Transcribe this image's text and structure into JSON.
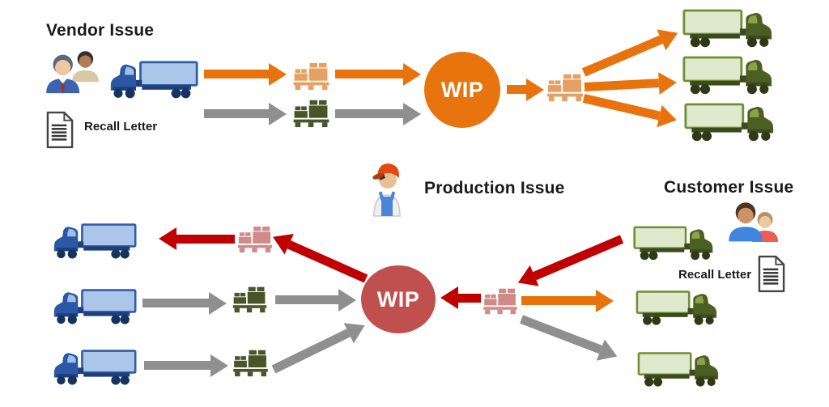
{
  "sections": {
    "vendor": {
      "heading": "Vendor Issue",
      "recall_letter": "Recall Letter",
      "wip": "WIP"
    },
    "production": {
      "heading": "Production Issue",
      "wip": "WIP"
    },
    "customer": {
      "heading": "Customer Issue",
      "recall_letter": "Recall Letter"
    }
  },
  "colors": {
    "recall_flow_orange": "#E8720C",
    "normal_flow_gray": "#8F8F8F",
    "recall_flow_red": "#C00000",
    "wip_top_fill": "#E8740E",
    "wip_bottom_fill": "#C0504D",
    "pallet_tan": "#E5A163",
    "pallet_olive": "#4A5428",
    "pallet_pink": "#CE8B88",
    "truck_blue_trailer": "#ABC6E8",
    "truck_green_trailer": "#DFE9CD"
  },
  "icons": [
    "vendor-people-icon",
    "customer-people-icon",
    "worker-icon",
    "blue-truck-icon",
    "green-truck-icon",
    "pallet-icon",
    "recall-letter-document-icon"
  ]
}
